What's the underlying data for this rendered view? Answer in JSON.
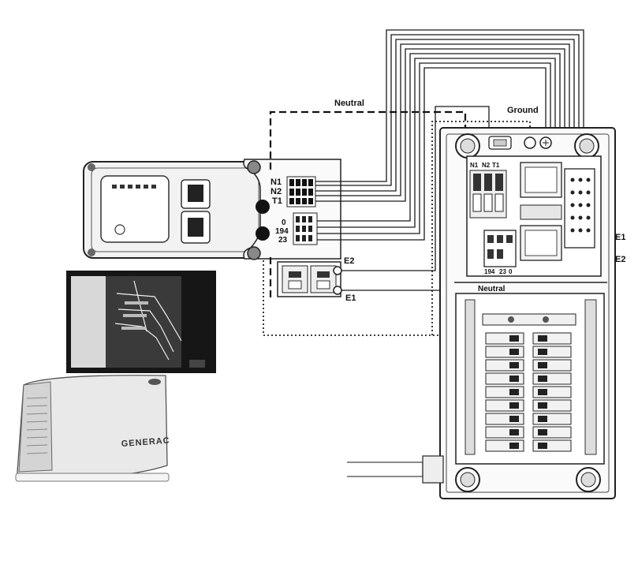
{
  "labels": {
    "neutral_top": "Neutral",
    "ground": "Ground",
    "e1_small": "E1",
    "e2_small": "E2",
    "e1_right": "E1",
    "e2_right": "E2",
    "neutral_panel": "Neutral"
  },
  "controller_terminals": [
    "N1",
    "N2",
    "T1",
    "0",
    "194",
    "23"
  ],
  "switch_terminals": [
    "N1",
    "N2",
    "T1"
  ],
  "small_terminals": [
    "194",
    "23",
    "0"
  ],
  "generator_brand": "GENERAC",
  "colors": {
    "line": "#1a1a1a",
    "neutral_dash": "#111111",
    "ground_dot": "#222222",
    "photo_bg": "#161616",
    "generator_body": "#e9e9e9"
  }
}
